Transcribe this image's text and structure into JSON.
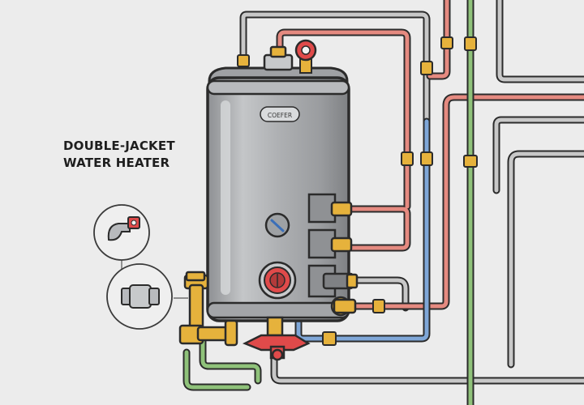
{
  "title": {
    "line1": "DOUBLE-JACKET",
    "line2": "WATER HEATER"
  },
  "heater": {
    "badge_text": "COEFER"
  },
  "colors": {
    "background": "#ececec",
    "outline": "#2b2b2b",
    "tank": "#a9abae",
    "hot_pipe": "#e58a80",
    "cold_pipe": "#7fa7d8",
    "ground_pipe": "#8fc27a",
    "gray_pipe": "#bdbdbd",
    "brass": "#e6b23c",
    "valve_red": "#e04a4a"
  },
  "icons": [
    "pressure-gauge-icon",
    "thermostat-dial-icon",
    "relief-valve-icon",
    "drain-valve-icon",
    "pump-icon",
    "union-fitting-icon"
  ]
}
